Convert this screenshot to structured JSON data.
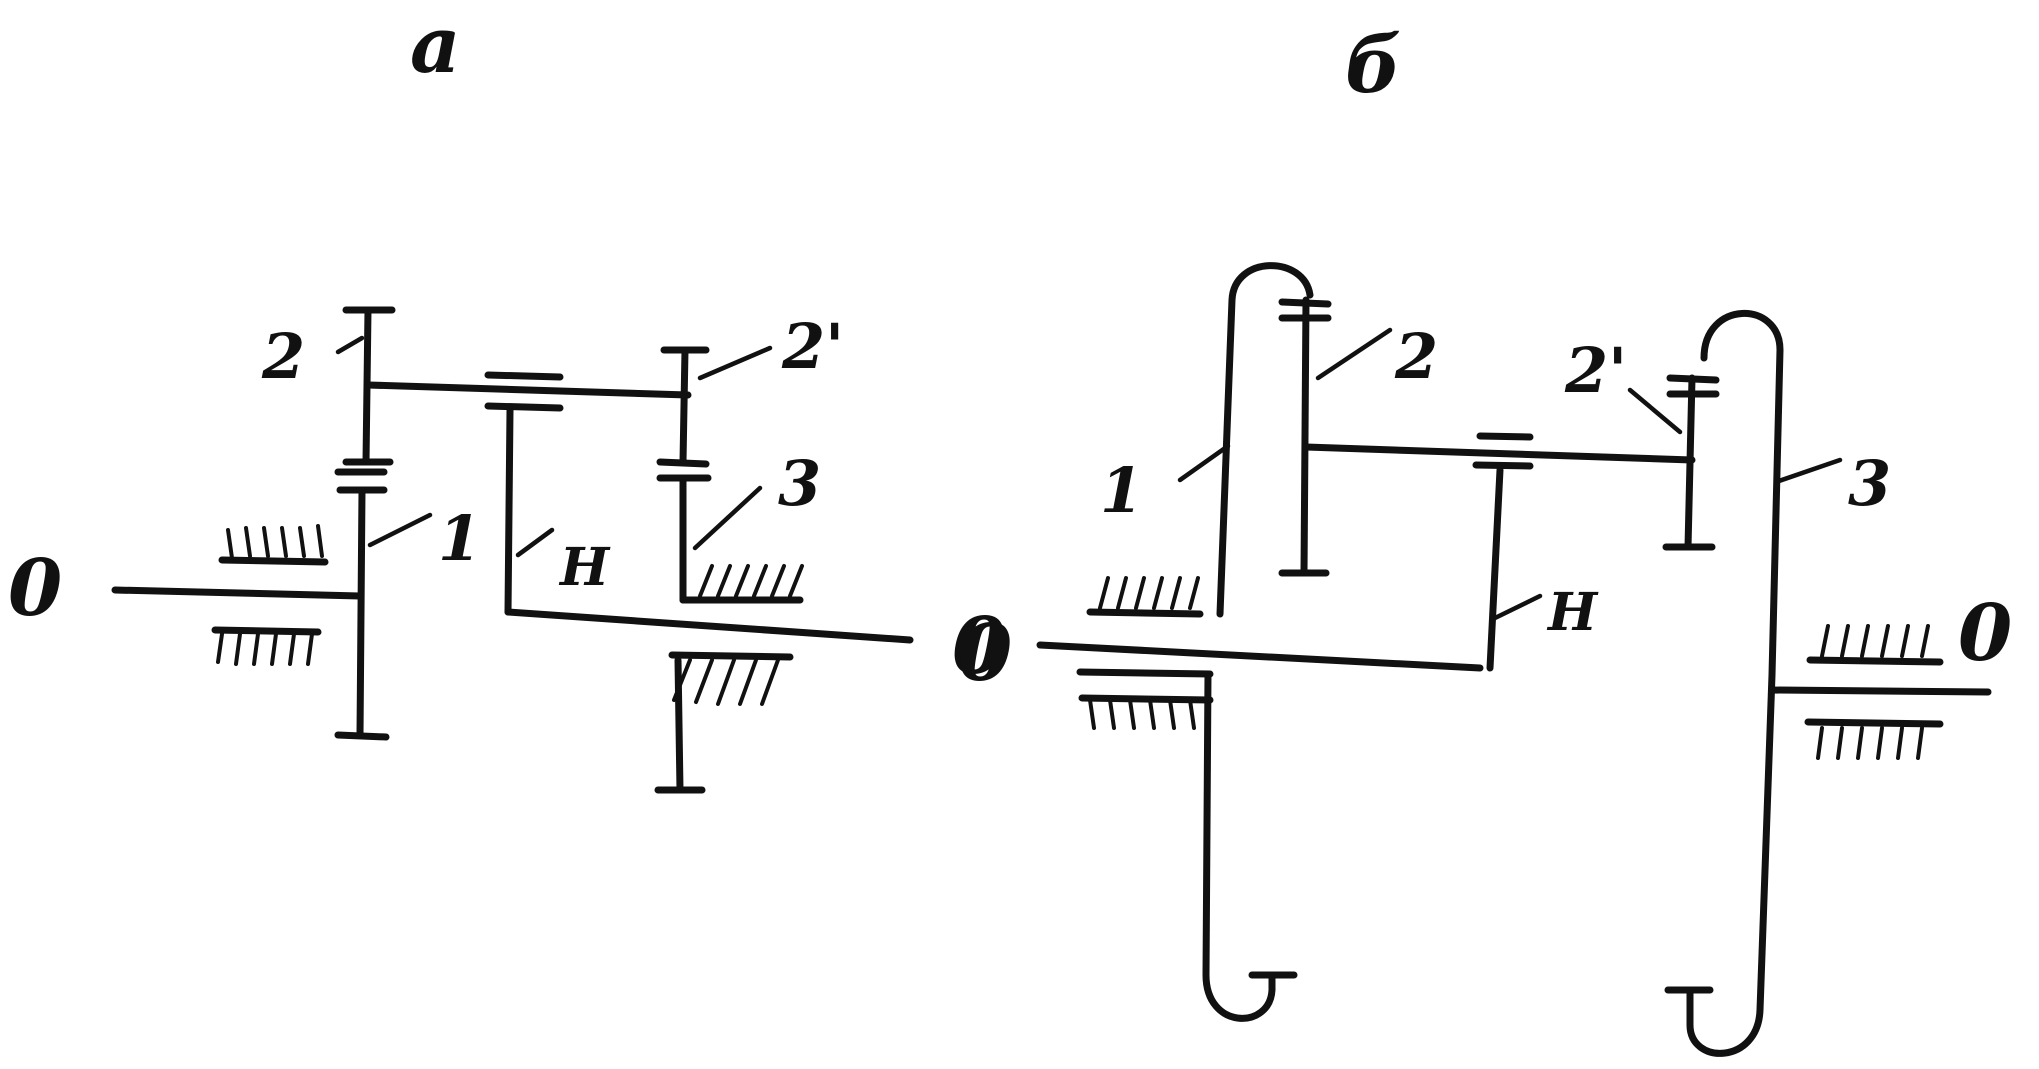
{
  "figure": {
    "left_scheme": {
      "caption": "a",
      "axis_label_left": "0",
      "axis_label_right": "0",
      "labels": {
        "gear_1": "1",
        "gear_2": "2",
        "gear_2p": "2'",
        "gear_3": "3",
        "carrier": "H"
      }
    },
    "right_scheme": {
      "caption": "б",
      "axis_label_left": "0",
      "axis_label_right": "0",
      "labels": {
        "gear_1": "1",
        "gear_2": "2",
        "gear_2p": "2'",
        "gear_3": "3",
        "carrier": "H"
      }
    }
  }
}
